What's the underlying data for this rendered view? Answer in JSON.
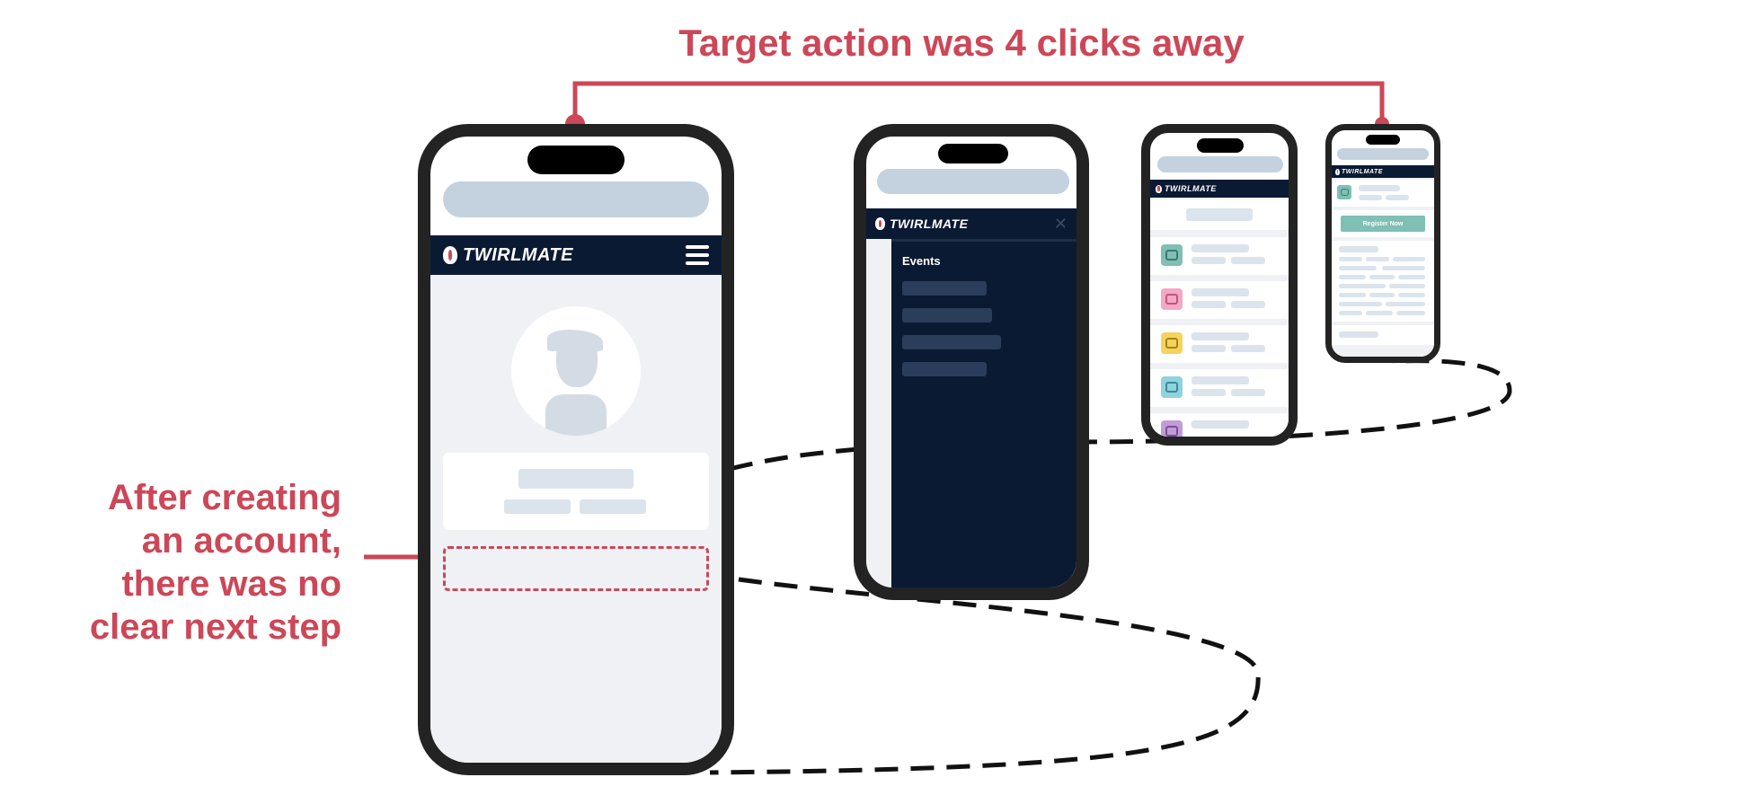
{
  "annotations": {
    "target_title": "Target action was 4 clicks away",
    "account_lines": [
      "After creating",
      "an account,",
      "there was no",
      "clear next step"
    ]
  },
  "screens": {
    "profile": {
      "brand": "TWIRLMATE"
    },
    "menu": {
      "brand": "TWIRLMATE",
      "menu_item": "Events"
    },
    "events": {
      "brand": "TWIRLMATE"
    },
    "detail": {
      "brand": "TWIRLMATE",
      "register_button": "Register Now"
    }
  },
  "colors": {
    "accent": "#cc4757",
    "navy": "#0b1a33",
    "frame": "#232323",
    "placeholder": "#dbe3ec",
    "teal": "#7fbfb4",
    "pink": "#f3a9c6",
    "yellow": "#f4d35e",
    "cyan": "#8fd3de",
    "purple": "#c39bd8"
  },
  "icons": {
    "menu": "hamburger-icon",
    "close": "close-icon",
    "calendar": "calendar-icon",
    "avatar": "user-avatar-icon",
    "logo": "twirlmate-logo-icon"
  }
}
